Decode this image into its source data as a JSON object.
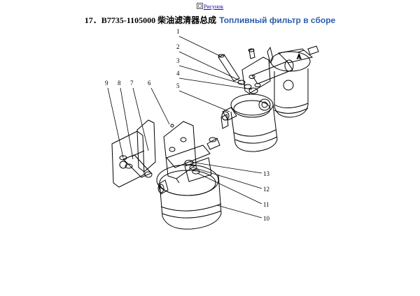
{
  "link": {
    "icon": "image-icon",
    "label": "Рисунок"
  },
  "title": {
    "code": "17．B7735-1105000 柴油滤清器总成",
    "ru": "Топливный фильтр в сборе"
  },
  "callouts": [
    "1",
    "2",
    "3",
    "4",
    "5",
    "6",
    "7",
    "8",
    "9",
    "10",
    "11",
    "12",
    "13"
  ]
}
